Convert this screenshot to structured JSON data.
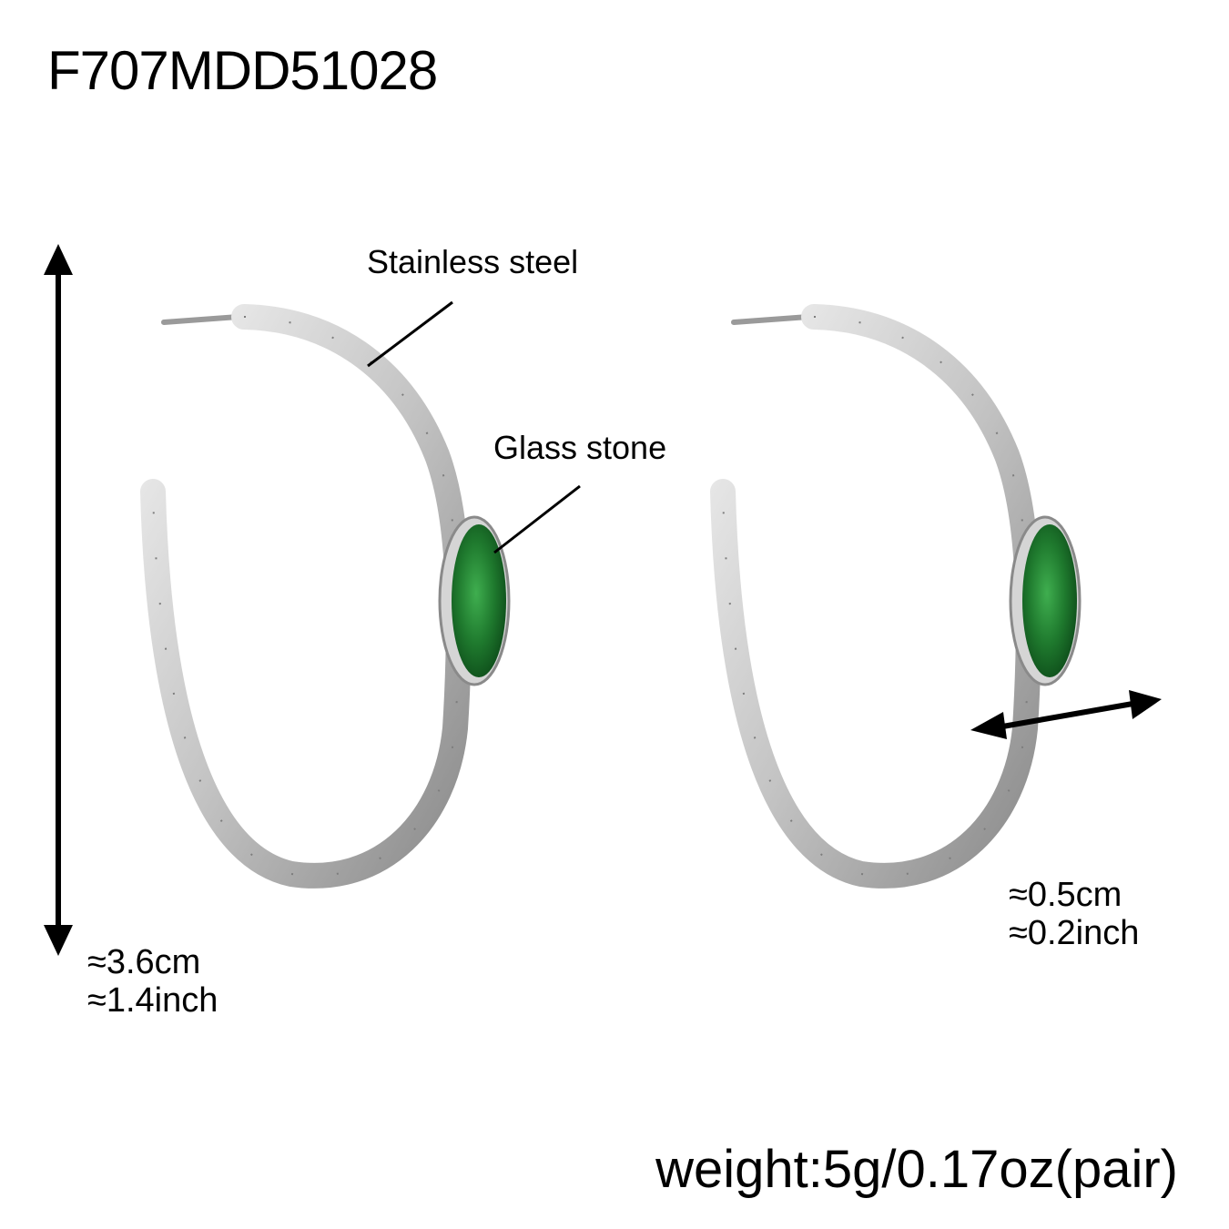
{
  "product": {
    "sku": "F707MDD51028",
    "weight_label": "weight:5g/0.17oz(pair)"
  },
  "callouts": {
    "material": "Stainless steel",
    "stone": "Glass stone"
  },
  "dimensions": {
    "diameter_cm": "≈3.6cm",
    "diameter_inch": "≈1.4inch",
    "width_cm": "≈0.5cm",
    "width_inch": "≈0.2inch"
  },
  "colors": {
    "metal": "#c9c9c9",
    "metal_shadow": "#8d8d8d",
    "stone": "#1f7a2e",
    "stone_dark": "#0e4d1a",
    "text": "#000000",
    "background": "#ffffff"
  }
}
